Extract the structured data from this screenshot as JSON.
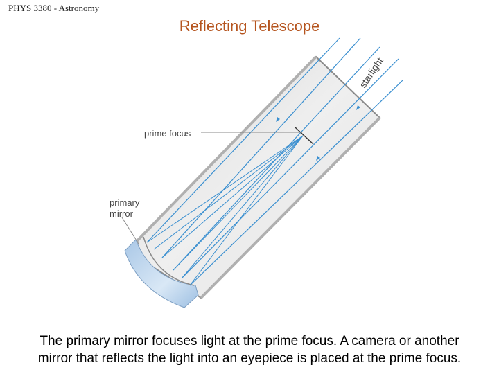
{
  "header": {
    "course": "PHYS 3380 - Astronomy"
  },
  "slide": {
    "title": "Reflecting Telescope",
    "caption_line1": "The primary mirror focuses light at the prime focus. A camera or another",
    "caption_line2": "mirror that reflects the light into an eyepiece is placed at the prime focus."
  },
  "diagram": {
    "label_starlight": "starlight",
    "label_prime_focus": "prime focus",
    "label_primary_line1": "primary",
    "label_primary_line2": "mirror",
    "colors": {
      "title": "#b5541e",
      "tube_fill": "#e3e3e3",
      "tube_edge": "#888888",
      "light_ray": "#3a8fd0",
      "mirror_fill": "#c4d9ee"
    }
  }
}
